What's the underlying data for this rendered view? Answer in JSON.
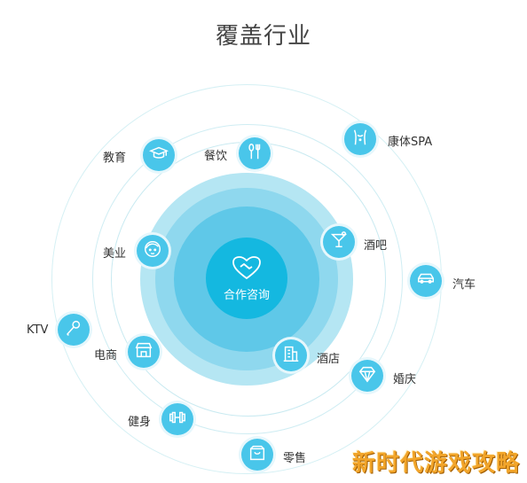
{
  "title": "覆盖行业",
  "center": {
    "label": "合作咨询",
    "icon": "handshake-heart-icon"
  },
  "colors": {
    "node": "#49c6ea",
    "core": "#14b8e0",
    "watermark": "#f2a52a"
  },
  "industries": [
    {
      "label": "教育",
      "icon": "graduation-cap-icon"
    },
    {
      "label": "餐饮",
      "icon": "spoon-fork-icon"
    },
    {
      "label": "康体SPA",
      "icon": "body-torso-icon"
    },
    {
      "label": "美业",
      "icon": "woman-face-icon"
    },
    {
      "label": "酒吧",
      "icon": "cocktail-icon"
    },
    {
      "label": "汽车",
      "icon": "car-icon"
    },
    {
      "label": "KTV",
      "icon": "microphone-icon"
    },
    {
      "label": "电商",
      "icon": "storefront-icon"
    },
    {
      "label": "酒店",
      "icon": "hotel-building-icon"
    },
    {
      "label": "婚庆",
      "icon": "diamond-icon"
    },
    {
      "label": "健身",
      "icon": "dumbbell-icon"
    },
    {
      "label": "零售",
      "icon": "shopping-bag-icon"
    }
  ],
  "watermark": "新时代游戏攻略"
}
